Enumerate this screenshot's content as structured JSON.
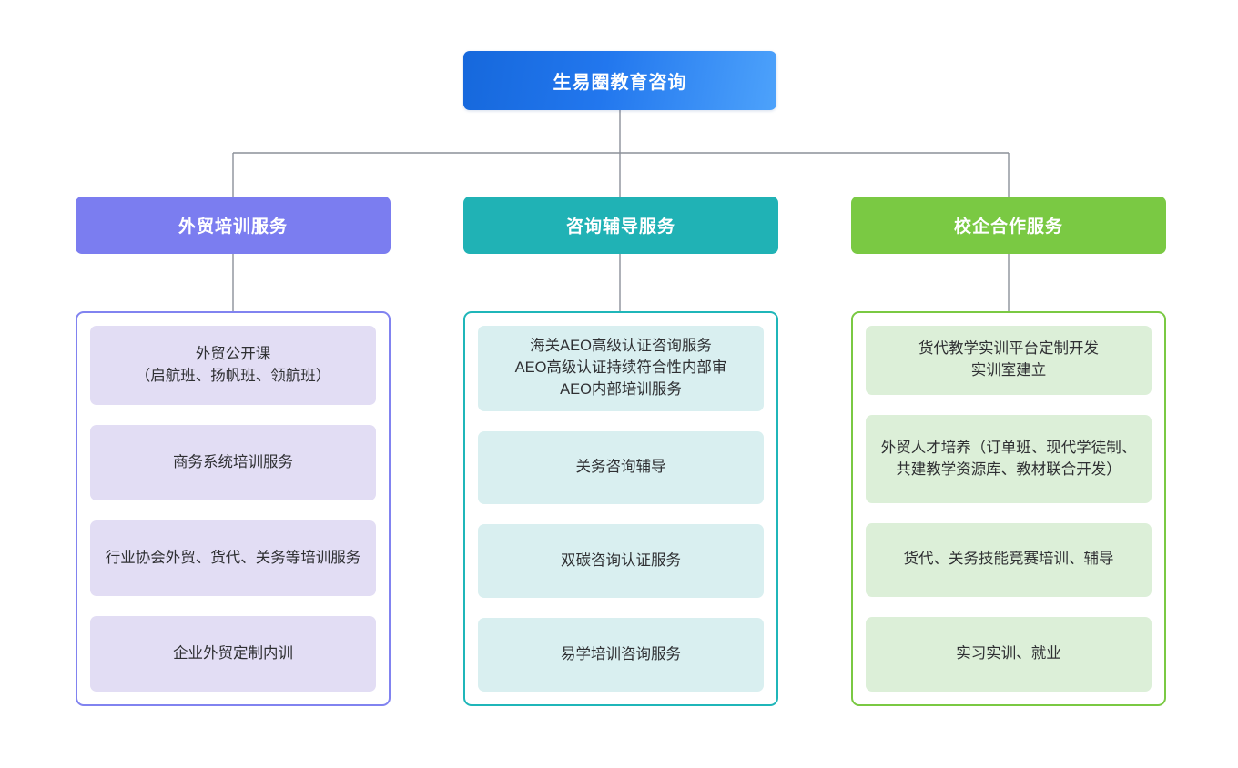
{
  "diagram": {
    "type": "org-chart",
    "root": {
      "label": "生易圈教育咨询",
      "color": "#1668dc",
      "gradient_to": "#4da2fb"
    },
    "branches": [
      {
        "id": "foreign-trade-training",
        "label": "外贸培训服务",
        "header_color": "#7b7df0",
        "panel_border_color": "#8183f0",
        "card_color": "#e2ddf4",
        "items": [
          "外贸公开课\n（启航班、扬帆班、领航班）",
          "商务系统培训服务",
          "行业协会外贸、货代、关务等培训服务",
          "企业外贸定制内训"
        ]
      },
      {
        "id": "consulting-tutoring",
        "label": "咨询辅导服务",
        "header_color": "#20b2b5",
        "panel_border_color": "#1fb6b9",
        "card_color": "#d9eff0",
        "items": [
          "海关AEO高级认证咨询服务\nAEO高级认证持续符合性内部审\nAEO内部培训服务",
          "关务咨询辅导",
          "双碳咨询认证服务",
          "易学培训咨询服务"
        ]
      },
      {
        "id": "school-enterprise-cooperation",
        "label": "校企合作服务",
        "header_color": "#7ac943",
        "panel_border_color": "#7ac943",
        "card_color": "#dcefd8",
        "items": [
          "货代教学实训平台定制开发\n实训室建立",
          "外贸人才培养（订单班、现代学徒制、共建教学资源库、教材联合开发）",
          "货代、关务技能竞赛培训、辅导",
          "实习实训、就业"
        ]
      }
    ],
    "connector_color": "#8c9099"
  }
}
